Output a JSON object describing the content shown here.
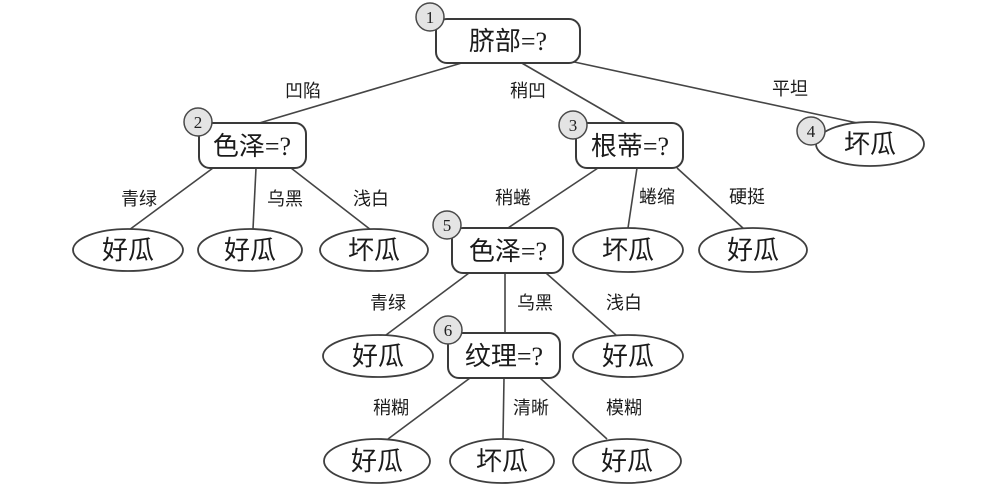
{
  "colors": {
    "background": "#ffffff",
    "line": "#454545",
    "node_border": "#3a3a3a",
    "node_fill": "#ffffff",
    "badge_fill": "#e4e4e4",
    "text": "#1b1b1b"
  },
  "tree": {
    "root": {
      "id": "1",
      "label": "脐部=?",
      "branches": [
        {
          "edge": "凹陷",
          "child": {
            "id": "2",
            "label": "色泽=?",
            "branches": [
              {
                "edge": "青绿",
                "child": {
                  "label": "好瓜"
                }
              },
              {
                "edge": "乌黑",
                "child": {
                  "label": "好瓜"
                }
              },
              {
                "edge": "浅白",
                "child": {
                  "label": "坏瓜"
                }
              }
            ]
          }
        },
        {
          "edge": "稍凹",
          "child": {
            "id": "3",
            "label": "根蒂=?",
            "branches": [
              {
                "edge": "稍蜷",
                "child": {
                  "id": "5",
                  "label": "色泽=?",
                  "branches": [
                    {
                      "edge": "青绿",
                      "child": {
                        "label": "好瓜"
                      }
                    },
                    {
                      "edge": "乌黑",
                      "child": {
                        "id": "6",
                        "label": "纹理=?",
                        "branches": [
                          {
                            "edge": "稍糊",
                            "child": {
                              "label": "好瓜"
                            }
                          },
                          {
                            "edge": "清晰",
                            "child": {
                              "label": "坏瓜"
                            }
                          },
                          {
                            "edge": "模糊",
                            "child": {
                              "label": "好瓜"
                            }
                          }
                        ]
                      }
                    },
                    {
                      "edge": "浅白",
                      "child": {
                        "label": "好瓜"
                      }
                    }
                  ]
                }
              },
              {
                "edge": "蜷缩",
                "child": {
                  "label": "坏瓜"
                }
              },
              {
                "edge": "硬挺",
                "child": {
                  "label": "好瓜"
                }
              }
            ]
          }
        },
        {
          "edge": "平坦",
          "child": {
            "id": "4",
            "label": "坏瓜"
          }
        }
      ]
    }
  }
}
